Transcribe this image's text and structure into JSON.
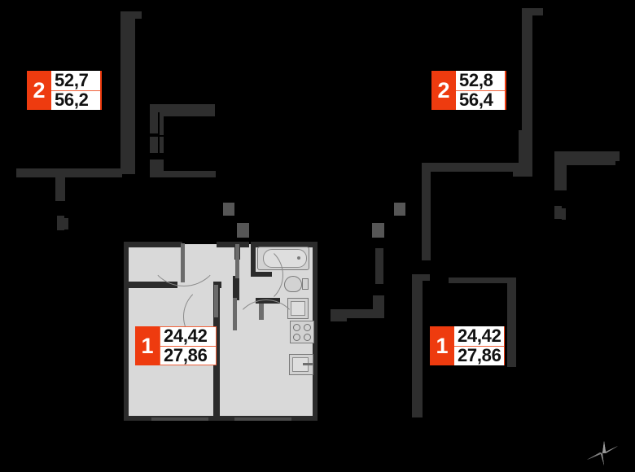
{
  "plan": {
    "title": "Apartment building floor plan",
    "background_color": "#000000",
    "wall_color": "#2e2e2e",
    "room_fill_color": "#d9d9d9",
    "badge_color": "#ee3b0f",
    "value_text_color": "#111111"
  },
  "labels": [
    {
      "id": "label-top-left",
      "rooms": "2",
      "area_living": "52,7",
      "area_total": "56,2",
      "clipped": true
    },
    {
      "id": "label-top-right",
      "rooms": "2",
      "area_living": "52,8",
      "area_total": "56,4",
      "clipped": true
    },
    {
      "id": "label-bottom-left",
      "rooms": "1",
      "area_living": "24,42",
      "area_total": "27,86",
      "clipped": false
    },
    {
      "id": "label-bottom-right",
      "rooms": "1",
      "area_living": "24,42",
      "area_total": "27,86",
      "clipped": true
    }
  ],
  "compass": {
    "name": "north-arrow"
  }
}
